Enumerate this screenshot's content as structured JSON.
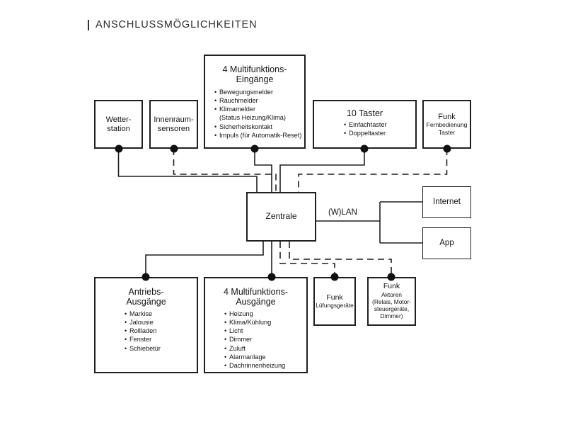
{
  "page": {
    "title_marker": "|",
    "title": "ANSCHLUSSMÖGLICHKEITEN",
    "background": "#ffffff",
    "line_color": "#1f1f1f",
    "text_color": "#141414"
  },
  "inputs": {
    "wetterstation": {
      "line1": "Wetter-",
      "line2": "station"
    },
    "innenraumsensoren": {
      "line1": "Innenraum-",
      "line2": "sensoren"
    },
    "multifunktions_eingaenge": {
      "title_line1": "4 Multifunktions-",
      "title_line2": "Eingänge",
      "bullets": [
        {
          "text": "Bewegungsmelder",
          "bullet": true
        },
        {
          "text": "Rauchmelder",
          "bullet": true
        },
        {
          "text": "Klimamelder",
          "bullet": true
        },
        {
          "text": "(Status Heizung/Klima)",
          "bullet": false
        },
        {
          "text": "Sicherheitskontakt",
          "bullet": true
        },
        {
          "text": "Impuls (für Automatik-Reset)",
          "bullet": true
        }
      ]
    },
    "taster": {
      "title": "10 Taster",
      "bullets": [
        {
          "text": "Einfachtaster",
          "bullet": true
        },
        {
          "text": "Doppeltaster",
          "bullet": true
        }
      ]
    },
    "funk_fernbedienung": {
      "title": "Funk",
      "line2": "Fernbedienung",
      "line3": "Taster"
    }
  },
  "central": {
    "zentrale": "Zentrale",
    "wlan_label": "(W)LAN",
    "internet": "Internet",
    "app": "App"
  },
  "outputs": {
    "antriebs_ausgaenge": {
      "title_line1": "Antriebs-",
      "title_line2": "Ausgänge",
      "bullets": [
        {
          "text": "Markise",
          "bullet": true
        },
        {
          "text": "Jalousie",
          "bullet": true
        },
        {
          "text": "Rollladen",
          "bullet": true
        },
        {
          "text": "Fenster",
          "bullet": true
        },
        {
          "text": "Schiebetür",
          "bullet": true
        }
      ]
    },
    "multifunktions_ausgaenge": {
      "title_line1": "4 Multifunktions-",
      "title_line2": "Ausgänge",
      "bullets": [
        {
          "text": "Heizung",
          "bullet": true
        },
        {
          "text": "Klima/Kühlung",
          "bullet": true
        },
        {
          "text": "Licht",
          "bullet": true
        },
        {
          "text": "Dimmer",
          "bullet": true
        },
        {
          "text": "Zuluft",
          "bullet": true
        },
        {
          "text": "Alarmanlage",
          "bullet": true
        },
        {
          "text": "Dachrinnenheizung",
          "bullet": true
        }
      ]
    },
    "funk_lueftungsgeraete": {
      "title": "Funk",
      "line2": "Lüfungsgeräte"
    },
    "funk_aktoren": {
      "title": "Funk",
      "line2": "Aktoren",
      "line3": "(Relais, Motor-",
      "line4": "steuergeräte,",
      "line5": "Dimmer)"
    }
  },
  "connections": {
    "solid_note": "Wetterstation, Multifunktions-Eingänge, 10 Taster, Antriebs-Ausgänge, Multifunktions-Ausgänge wired solid to Zentrale",
    "dashed_note": "Innenraumsensoren, Funk Fernbedienung Taster, Funk Lüfungsgeräte, Funk Aktoren wired dashed (wireless) to Zentrale"
  }
}
